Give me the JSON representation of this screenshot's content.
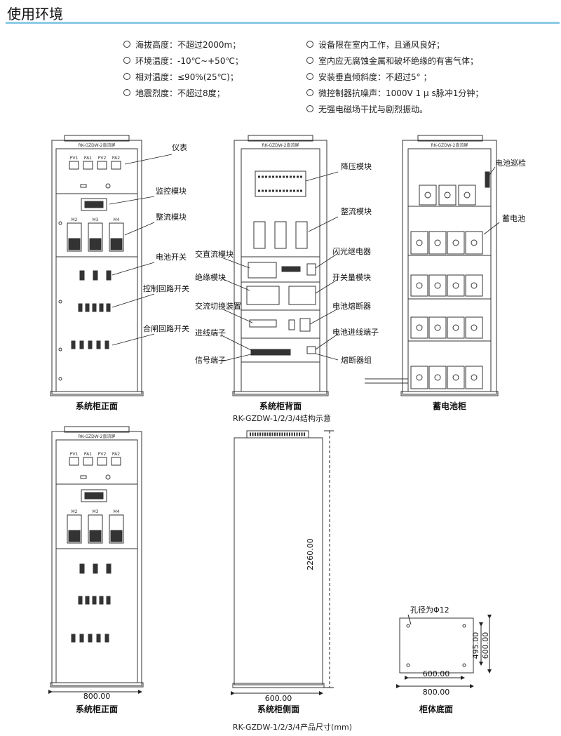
{
  "section_title": "使用环境",
  "environment": {
    "left": [
      "海拔高度：不超过2000m；",
      "环境温度：-10℃~+50℃；",
      "相对温度：≤90%(25℃)；",
      "地震烈度：不超过8度；"
    ],
    "right": [
      "设备限在室内工作，且通风良好；",
      "室内应无腐蚀金属和破坏绝缘的有害气体；",
      "安装垂直倾斜度：不超过5°  ；",
      "微控制器抗噪声：1000V 1 μ s脉冲1分钟；",
      "无强电磁场干扰与剧烈振动。"
    ]
  },
  "cabinet_nameplate": "RK-GZDW-2直流屏",
  "meters": [
    "PV1",
    "PA1",
    "PV2",
    "PA2"
  ],
  "modules": [
    "M2",
    "M3",
    "M4"
  ],
  "front_labels": {
    "meter": "仪表",
    "monitor": "监控模块",
    "rectifier": "整流模块",
    "battery_switch": "电池开关",
    "control_switch": "控制回路开关",
    "closing_switch": "合闸回路开关"
  },
  "back_labels_right": {
    "stepdown": "降压模块",
    "rectifier": "整流模块",
    "flash_relay": "闪光继电器",
    "switch_module": "开关量模块",
    "battery_fuse": "电池熔断器",
    "battery_terminal": "电池进线端子",
    "fuse_group": "熔断器组"
  },
  "back_labels_left": {
    "acdc": "交直流模块",
    "insulation": "绝缘模块",
    "ac_switch": "交流切换装置",
    "in_terminal": "进线端子",
    "signal_terminal": "信号端子"
  },
  "battery_labels": {
    "inspection": "电池巡检",
    "battery": "蓄电池"
  },
  "captions": {
    "front": "系统柜正面",
    "back": "系统柜背面",
    "battery_cabinet": "蓄电池柜",
    "structure_sub": "RK-GZDW-1/2/3/4结构示意",
    "front2": "系统柜正面",
    "side": "系统柜侧面",
    "bottom": "柜体底面",
    "size_sub": "RK-GZDW-1/2/3/4产品尺寸(mm)"
  },
  "dimensions": {
    "front_width": "800.00",
    "side_depth": "600.00",
    "height": "2260.00",
    "hole": "孔径为Φ12",
    "bottom_w_inner": "600.00",
    "bottom_w_outer": "800.00",
    "bottom_h_inner": "495.00",
    "bottom_h_outer": "600.00"
  },
  "colors": {
    "accent_rule": "#8ccbe6",
    "line": "#333333"
  }
}
